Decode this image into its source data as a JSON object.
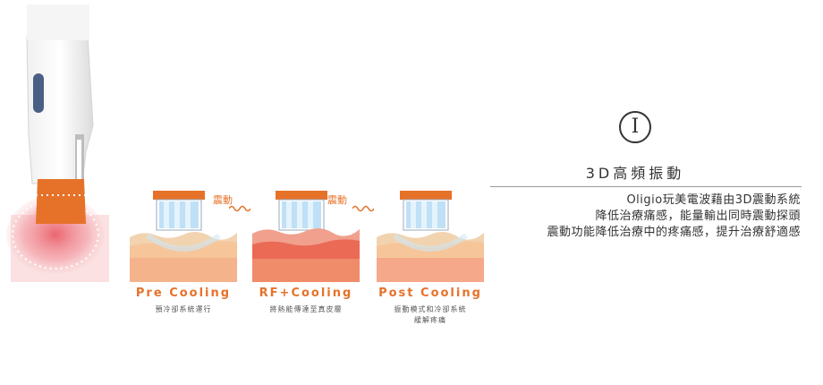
{
  "vibration_label": "震動",
  "stages": [
    {
      "title": "Pre Cooling",
      "desc": "預冷卻系統運行",
      "desc2": ""
    },
    {
      "title": "RF+Cooling",
      "desc": "將熱能傳達至真皮層",
      "desc2": ""
    },
    {
      "title": "Post Cooling",
      "desc": "振動模式和冷卻系統",
      "desc2": "緩解疼痛"
    }
  ],
  "panel": {
    "icon": "Ⅰ",
    "title": "3D高頻振動",
    "lines": [
      "Oligio玩美電波藉由3D震動系統",
      "降低治療痛感，能量輸出同時震動探頭",
      "震動功能降低治療中的疼痛感，提升治療舒適感"
    ]
  },
  "colors": {
    "accent": "#e6722a",
    "skin_warm": "#f3d6a8",
    "skin_hot": "#e85a4f"
  }
}
